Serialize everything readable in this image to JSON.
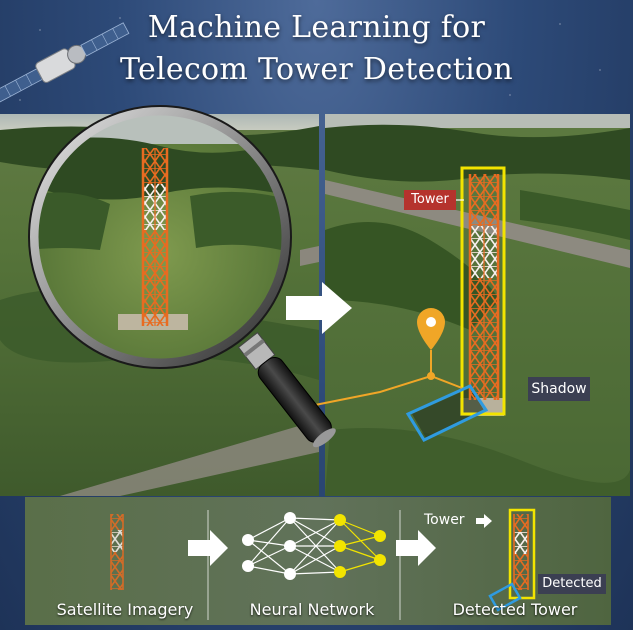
{
  "title": {
    "line1": "Machine Learning for",
    "line2": "Telecom Tower Detection"
  },
  "labels": {
    "tower": "Tower",
    "shadow": "Shadow",
    "tower_small": "Tower",
    "detected": "Detected"
  },
  "steps": [
    {
      "caption": "Satellite Imagery"
    },
    {
      "caption": "Neural Network"
    },
    {
      "caption": "Detected Tower"
    }
  ],
  "icons": [
    "satellite-icon",
    "magnifier-icon",
    "arrow-right-icon",
    "location-pin-icon",
    "neural-network-icon"
  ],
  "colors": {
    "tower_orange": "#e0682a",
    "detection_yellow": "#f2e400",
    "shadow_blue": "#2f9be0",
    "pin_orange": "#f0a627",
    "tag_red": "#b5332d",
    "tag_dark": "#3b3f52"
  }
}
